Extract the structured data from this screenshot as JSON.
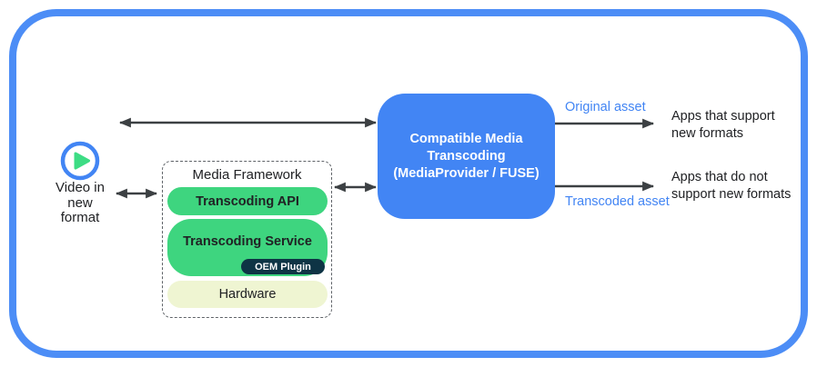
{
  "colors": {
    "frame_blue": "#4c8df6",
    "node_blue": "#4285f4",
    "green": "#3ed57f",
    "dark_navy": "#0e3445",
    "cream": "#eff5d2",
    "arrow_gray": "#3c4043",
    "label_blue": "#4285f4",
    "text_black": "#202124"
  },
  "source": {
    "icon": "play-circle-icon",
    "label": "Video in\nnew\nformat"
  },
  "framework": {
    "title": "Media Framework",
    "api": "Transcoding API",
    "service": "Transcoding Service",
    "oem": "OEM Plugin",
    "hardware": "Hardware"
  },
  "transcoder": {
    "label": "Compatible Media\nTranscoding\n(MediaProvider / FUSE)"
  },
  "outputs": {
    "original_label": "Original asset",
    "transcoded_label": "Transcoded asset",
    "apps_support": "Apps that support\nnew formats",
    "apps_no_support": "Apps that do not\nsupport new formats"
  }
}
